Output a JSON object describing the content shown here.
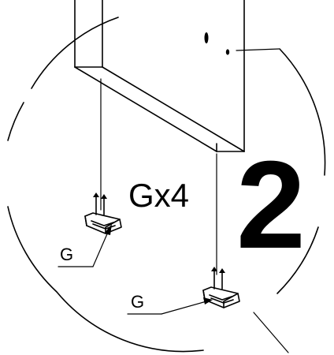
{
  "labels": {
    "quantity": "Gx4",
    "step": "2",
    "part_left": "G",
    "part_right": "G"
  },
  "colors": {
    "ink": "#000000",
    "paper": "#ffffff"
  },
  "icons": [
    "clip-bracket-icon"
  ]
}
